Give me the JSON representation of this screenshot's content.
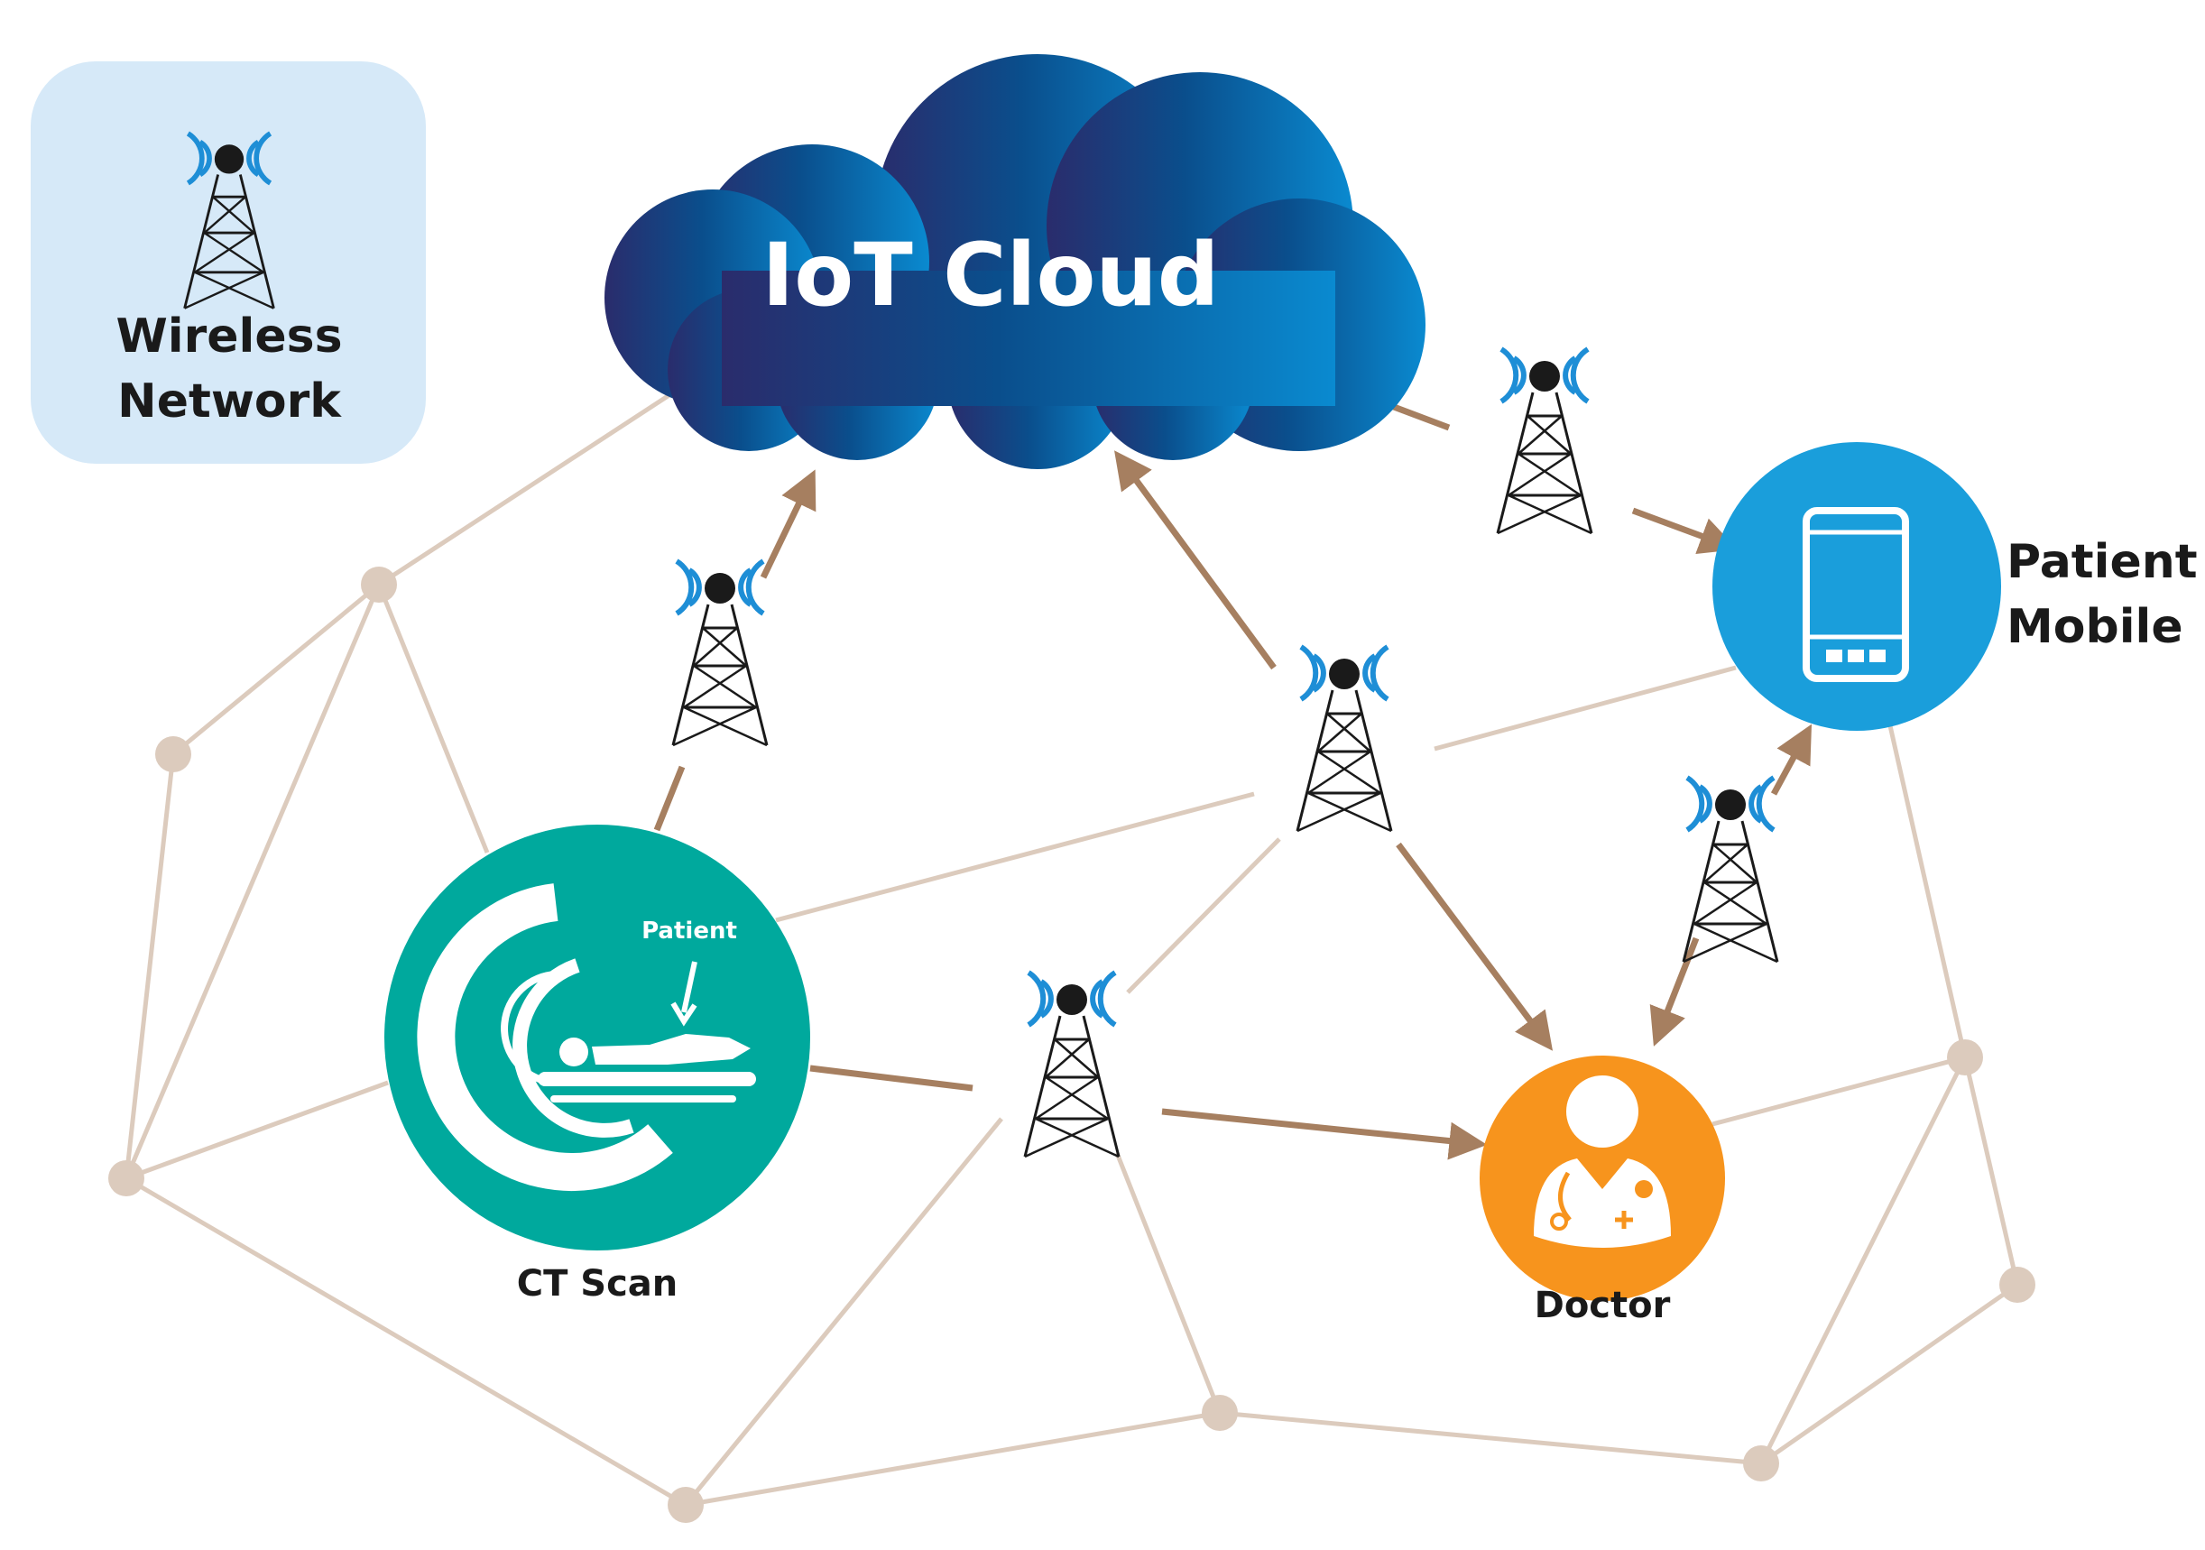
{
  "colors": {
    "mesh": "#dccbbd",
    "arrow": "#a67f60",
    "cloud_start": "#2a2c6c",
    "cloud_mid": "#0a4e8c",
    "cloud_end": "#0a8ad0",
    "legend_bg": "#d6e9f8",
    "ct": "#00a99d",
    "mobile": "#1a9edb",
    "doctor": "#f7941d",
    "tower": "#1a1a1a",
    "signal": "#1e8ed6"
  },
  "legend": {
    "line1": "Wireless",
    "line2": "Network",
    "icon": "tower-icon"
  },
  "cloud": {
    "label": "IoT Cloud"
  },
  "ct_scan": {
    "label": "CT Scan",
    "patient_tag": "Patient",
    "icon": "ct-scanner-icon"
  },
  "patient_mobile": {
    "line1": "Patient",
    "line2": "Mobile",
    "icon": "smartphone-icon"
  },
  "doctor": {
    "label": "Doctor",
    "icon": "doctor-icon"
  }
}
